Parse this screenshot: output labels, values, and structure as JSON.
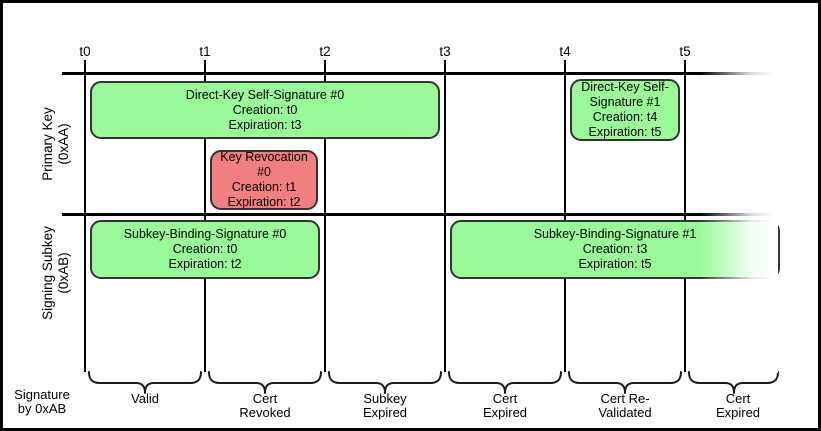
{
  "colors": {
    "valid_fill": "#98FB98",
    "revoked_fill": "#F08080",
    "line": "#000000"
  },
  "timeline": {
    "ticks": [
      "t0",
      "t1",
      "t2",
      "t3",
      "t4",
      "t5"
    ]
  },
  "rows": [
    {
      "label": "Primary Key\n(0xAA)"
    },
    {
      "label": "Signing Subkey\n(0xAB)"
    }
  ],
  "boxes": [
    {
      "id": "direct-key-self-signature-0",
      "type": "valid",
      "title": "Direct-Key Self-Signature #0",
      "creation": "Creation: t0",
      "expiration": "Expiration: t3"
    },
    {
      "id": "key-revocation-0",
      "type": "revocation",
      "title": "Key Revocation #0",
      "creation": "Creation: t1",
      "expiration": "Expiration: t2"
    },
    {
      "id": "direct-key-self-signature-1",
      "type": "valid",
      "title": "Direct-Key Self-\nSignature #1",
      "creation": "Creation: t4",
      "expiration": "Expiration: t5"
    },
    {
      "id": "subkey-binding-signature-0",
      "type": "valid",
      "title": "Subkey-Binding-Signature #0",
      "creation": "Creation: t0",
      "expiration": "Expiration: t2"
    },
    {
      "id": "subkey-binding-signature-1",
      "type": "valid",
      "title": "Subkey-Binding-Signature #1",
      "creation": "Creation: t3",
      "expiration": "Expiration: t5"
    }
  ],
  "footer": {
    "axis_label": "Signature\nby 0xAB",
    "segments": [
      {
        "label": "Valid"
      },
      {
        "label": "Cert\nRevoked"
      },
      {
        "label": "Subkey\nExpired"
      },
      {
        "label": "Cert\nExpired"
      },
      {
        "label": "Cert Re-\nValidated"
      },
      {
        "label": "Cert\nExpired"
      }
    ]
  }
}
